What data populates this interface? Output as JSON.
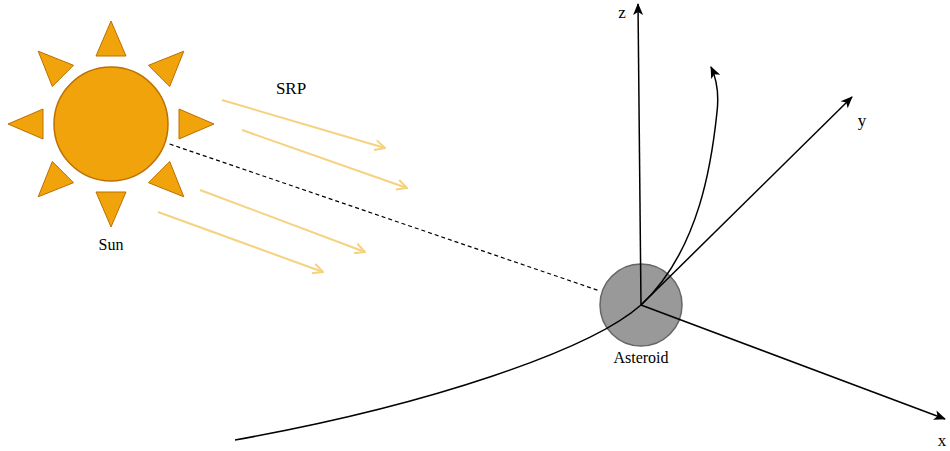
{
  "diagram": {
    "nodes": [
      {
        "text": [
          "Sun"
        ]
      },
      {
        "text": [
          "Asteroid"
        ]
      }
    ],
    "edges": [
      {
        "from": 0,
        "to": 1,
        "arrow": "none"
      }
    ],
    "labels": [
      "SRP",
      "z",
      "y",
      "x"
    ]
  }
}
